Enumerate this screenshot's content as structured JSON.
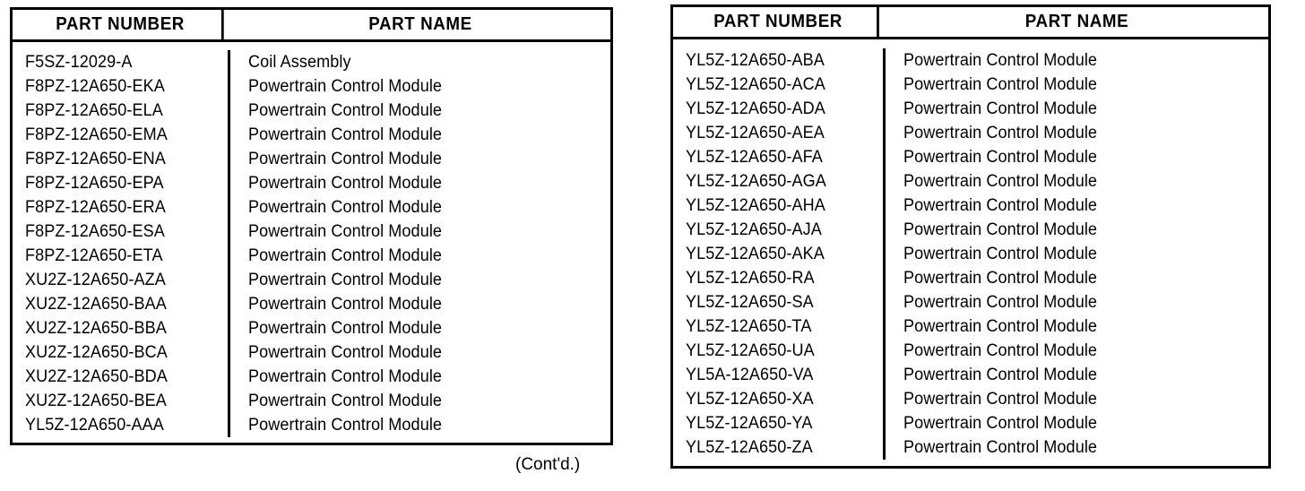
{
  "document": {
    "type": "parts-reference-table",
    "background_color": "#ffffff",
    "text_color": "#000000",
    "border_color": "#000000"
  },
  "footnote": {
    "continued_label": "(Cont'd.)"
  },
  "tables": [
    {
      "id": "left",
      "columns": [
        "PART NUMBER",
        "PART NAME"
      ],
      "rows": [
        {
          "part_number": "F5SZ-12029-A",
          "part_name": "Coil Assembly"
        },
        {
          "part_number": "F8PZ-12A650-EKA",
          "part_name": "Powertrain Control Module"
        },
        {
          "part_number": "F8PZ-12A650-ELA",
          "part_name": "Powertrain Control Module"
        },
        {
          "part_number": "F8PZ-12A650-EMA",
          "part_name": "Powertrain Control Module"
        },
        {
          "part_number": "F8PZ-12A650-ENA",
          "part_name": "Powertrain Control Module"
        },
        {
          "part_number": "F8PZ-12A650-EPA",
          "part_name": "Powertrain Control Module"
        },
        {
          "part_number": "F8PZ-12A650-ERA",
          "part_name": "Powertrain Control Module"
        },
        {
          "part_number": "F8PZ-12A650-ESA",
          "part_name": "Powertrain Control Module"
        },
        {
          "part_number": "F8PZ-12A650-ETA",
          "part_name": "Powertrain Control Module"
        },
        {
          "part_number": "XU2Z-12A650-AZA",
          "part_name": "Powertrain Control Module"
        },
        {
          "part_number": "XU2Z-12A650-BAA",
          "part_name": "Powertrain Control Module"
        },
        {
          "part_number": "XU2Z-12A650-BBA",
          "part_name": "Powertrain Control Module"
        },
        {
          "part_number": "XU2Z-12A650-BCA",
          "part_name": "Powertrain Control Module"
        },
        {
          "part_number": "XU2Z-12A650-BDA",
          "part_name": "Powertrain Control Module"
        },
        {
          "part_number": "XU2Z-12A650-BEA",
          "part_name": "Powertrain Control Module"
        },
        {
          "part_number": "YL5Z-12A650-AAA",
          "part_name": "Powertrain Control Module"
        }
      ]
    },
    {
      "id": "right",
      "columns": [
        "PART NUMBER",
        "PART NAME"
      ],
      "rows": [
        {
          "part_number": "YL5Z-12A650-ABA",
          "part_name": "Powertrain Control Module"
        },
        {
          "part_number": "YL5Z-12A650-ACA",
          "part_name": "Powertrain Control Module"
        },
        {
          "part_number": "YL5Z-12A650-ADA",
          "part_name": "Powertrain Control Module"
        },
        {
          "part_number": "YL5Z-12A650-AEA",
          "part_name": "Powertrain Control Module"
        },
        {
          "part_number": "YL5Z-12A650-AFA",
          "part_name": "Powertrain Control Module"
        },
        {
          "part_number": "YL5Z-12A650-AGA",
          "part_name": "Powertrain Control Module"
        },
        {
          "part_number": "YL5Z-12A650-AHA",
          "part_name": "Powertrain Control Module"
        },
        {
          "part_number": "YL5Z-12A650-AJA",
          "part_name": "Powertrain Control Module"
        },
        {
          "part_number": "YL5Z-12A650-AKA",
          "part_name": "Powertrain Control Module"
        },
        {
          "part_number": "YL5Z-12A650-RA",
          "part_name": "Powertrain Control Module"
        },
        {
          "part_number": "YL5Z-12A650-SA",
          "part_name": "Powertrain Control Module"
        },
        {
          "part_number": "YL5Z-12A650-TA",
          "part_name": "Powertrain Control Module"
        },
        {
          "part_number": "YL5Z-12A650-UA",
          "part_name": "Powertrain Control Module"
        },
        {
          "part_number": "YL5A-12A650-VA",
          "part_name": "Powertrain Control Module"
        },
        {
          "part_number": "YL5Z-12A650-XA",
          "part_name": "Powertrain Control Module"
        },
        {
          "part_number": "YL5Z-12A650-YA",
          "part_name": "Powertrain Control Module"
        },
        {
          "part_number": "YL5Z-12A650-ZA",
          "part_name": "Powertrain Control Module"
        }
      ]
    }
  ]
}
